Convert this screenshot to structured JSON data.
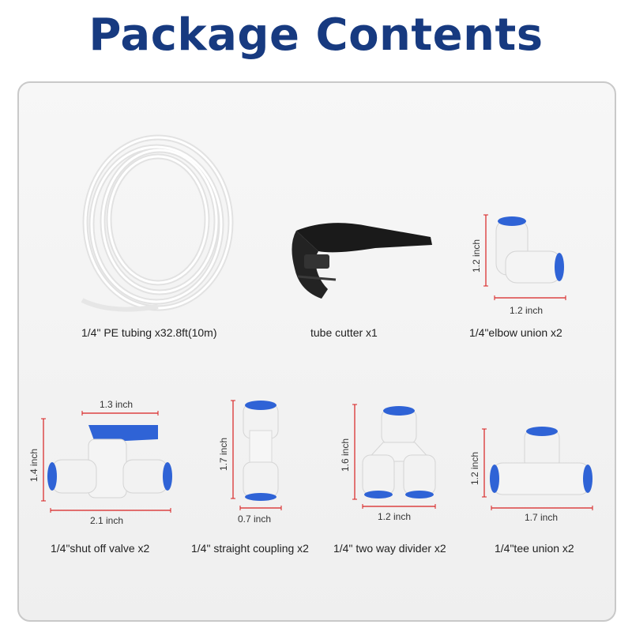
{
  "title": "Package Contents",
  "colors": {
    "title": "#173a80",
    "dimension_line": "#d82020",
    "accent_blue": "#2f63d6"
  },
  "items": [
    {
      "label": "1/4\" PE tubing x32.8ft(10m)",
      "icon": "coiled-tubing-icon"
    },
    {
      "label": "tube cutter x1",
      "icon": "tube-cutter-icon"
    },
    {
      "label": "1/4\"elbow union x2",
      "icon": "elbow-union-icon",
      "dims": {
        "height": "1.2 inch",
        "width": "1.2 inch"
      }
    },
    {
      "label": "1/4\"shut off valve x2",
      "icon": "shut-off-valve-icon",
      "dims": {
        "top": "1.3 inch",
        "height": "1.4 inch",
        "width": "2.1 inch"
      }
    },
    {
      "label": "1/4\" straight coupling x2",
      "icon": "straight-coupling-icon",
      "dims": {
        "height": "1.7 inch",
        "width": "0.7 inch"
      }
    },
    {
      "label": "1/4\" two way divider x2",
      "icon": "two-way-divider-icon",
      "dims": {
        "height": "1.6 inch",
        "width": "1.2 inch"
      }
    },
    {
      "label": "1/4\"tee union x2",
      "icon": "tee-union-icon",
      "dims": {
        "height": "1.2 inch",
        "width": "1.7 inch"
      }
    }
  ]
}
